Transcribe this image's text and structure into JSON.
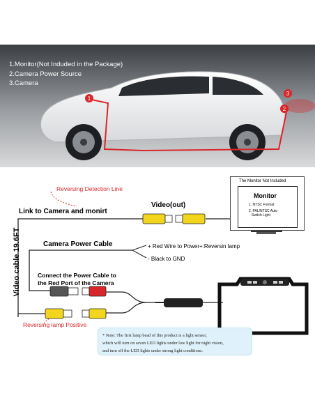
{
  "legend": {
    "item1": "1.Monitor(Not Induded in the Package)",
    "item2": "2.Camera Power Source",
    "item3": "3.Camera"
  },
  "markers": [
    "1",
    "2",
    "3"
  ],
  "monitor": {
    "header": "The Monitor Not Included",
    "title": "Monitor",
    "line1": "1. NTSC Format",
    "line2": "2. PAL/NTSC Auto",
    "line3": "Switch Light"
  },
  "labels": {
    "reversing_detection": "Reversing Detection Line",
    "link_camera": "Link to Camera and monirt",
    "video_out": "Video(out)",
    "power_cable": "Camera Power Cable",
    "red_wire": "+ Red Wire to Power+:Reversin lamp",
    "black_gnd": "- Black to GND",
    "connect1": "Connect the Power Cable to",
    "connect2": "the Red Port of the Camera",
    "video_cable": "Video cable 19.6FT",
    "reversing_positive": "Reversing lamp Positive"
  },
  "note": {
    "line1": "* Note: The first lamp bead of this product is a light sensor,",
    "line2": "which will turn on seven LED lights under low light for night vision,",
    "line3": "and turn off the LED lights under strong light conditions."
  },
  "colors": {
    "accent_red": "#d9262a",
    "yellow": "#f2d51c",
    "note_bg": "#dff2fb"
  }
}
